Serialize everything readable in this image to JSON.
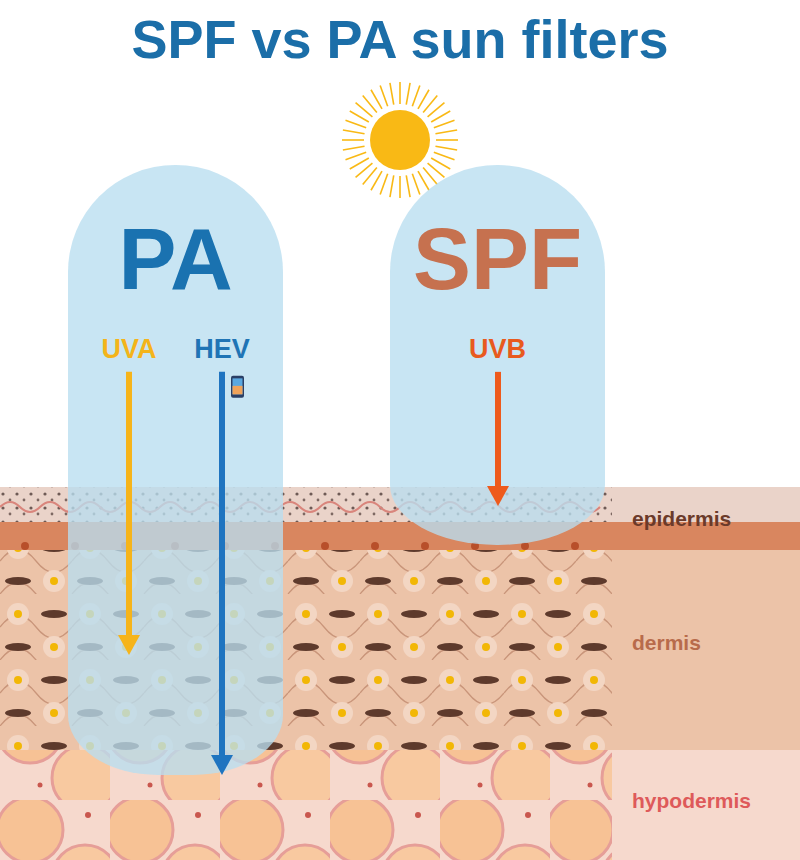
{
  "diagram": {
    "title": "SPF vs PA sun filters",
    "nodes": [
      {
        "text": [
          "PA",
          "UVA",
          "HEV"
        ]
      },
      {
        "text": [
          "SPF",
          "UVB"
        ]
      },
      {
        "text": [
          "epidermis"
        ]
      },
      {
        "text": [
          "dermis"
        ]
      },
      {
        "text": [
          "hypodermis"
        ]
      }
    ]
  }
}
